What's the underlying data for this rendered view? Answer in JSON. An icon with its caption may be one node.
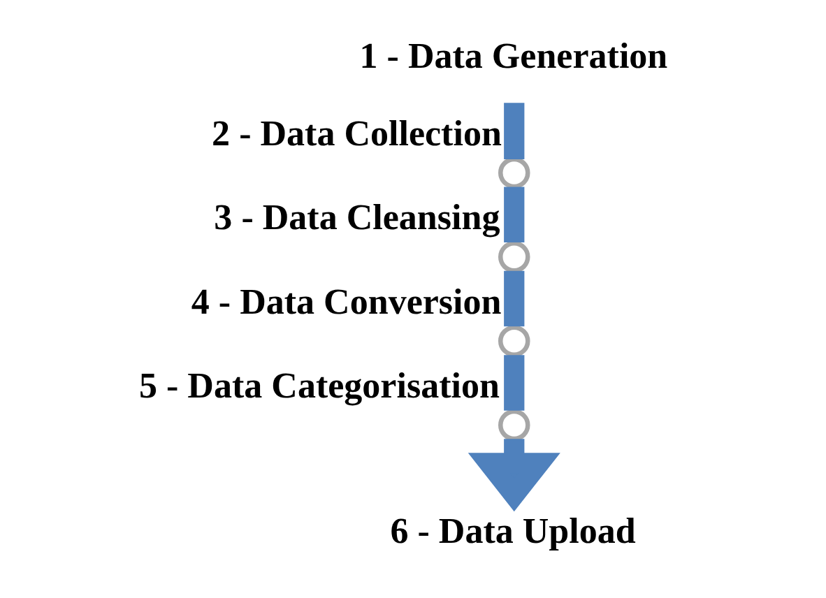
{
  "diagram": {
    "nodes": [
      {
        "text": [
          "1 - Data Generation"
        ]
      },
      {
        "text": [],
        "shape": "circle",
        "beside": [
          "2 - Data Collection"
        ]
      },
      {
        "text": [],
        "shape": "circle",
        "beside": [
          "3 - Data Cleansing"
        ]
      },
      {
        "text": [],
        "shape": "circle",
        "beside": [
          "4 - Data Conversion"
        ]
      },
      {
        "text": [],
        "shape": "circle",
        "beside": [
          "5 - Data Categorisation"
        ]
      },
      {
        "text": [
          "6 - Data Upload"
        ]
      }
    ],
    "edges": [
      {
        "from": 0,
        "to": 1,
        "arrow": "none"
      },
      {
        "from": 1,
        "to": 2,
        "arrow": "none"
      },
      {
        "from": 2,
        "to": 3,
        "arrow": "none"
      },
      {
        "from": 3,
        "to": 4,
        "arrow": "none"
      },
      {
        "from": 4,
        "to": 5,
        "arrow": "to"
      }
    ]
  }
}
